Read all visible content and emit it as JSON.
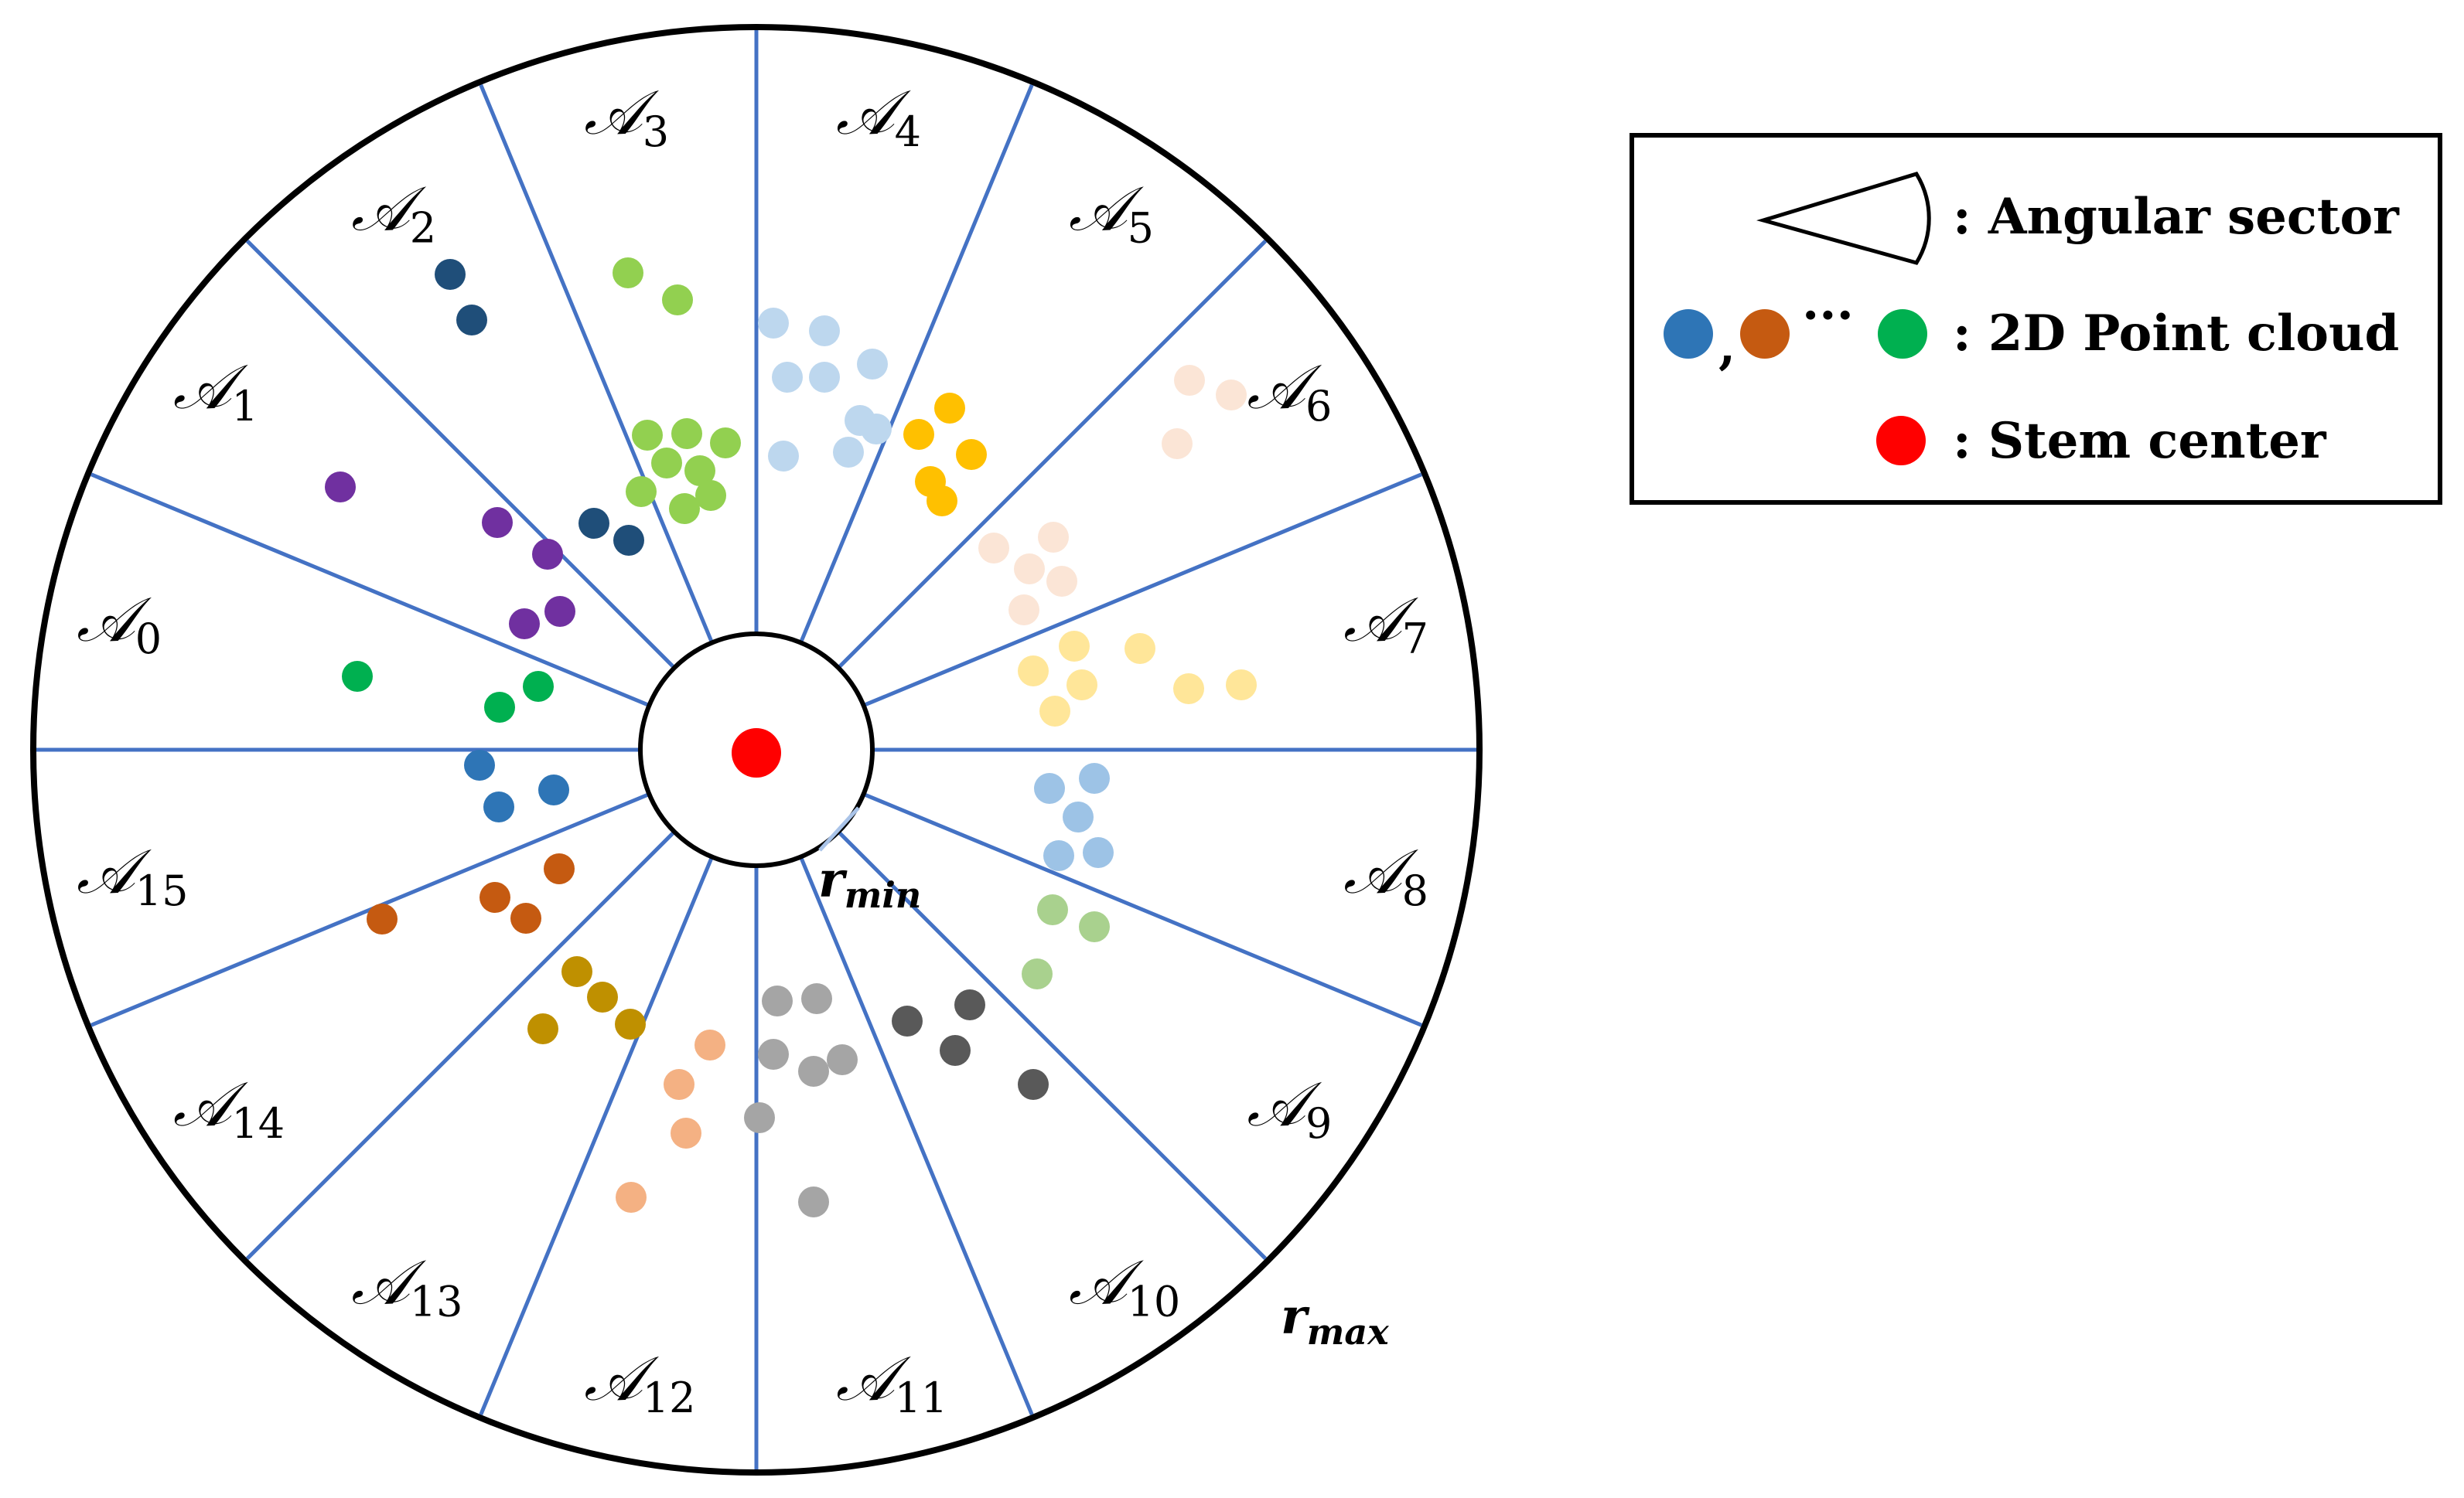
{
  "diagram": {
    "sectors": [
      {
        "letter": "𝒜",
        "sub": "0"
      },
      {
        "letter": "𝒜",
        "sub": "1"
      },
      {
        "letter": "𝒜",
        "sub": "2"
      },
      {
        "letter": "𝒜",
        "sub": "3"
      },
      {
        "letter": "𝒜",
        "sub": "4"
      },
      {
        "letter": "𝒜",
        "sub": "5"
      },
      {
        "letter": "𝒜",
        "sub": "6"
      },
      {
        "letter": "𝒜",
        "sub": "7"
      },
      {
        "letter": "𝒜",
        "sub": "8"
      },
      {
        "letter": "𝒜",
        "sub": "9"
      },
      {
        "letter": "𝒜",
        "sub": "10"
      },
      {
        "letter": "𝒜",
        "sub": "11"
      },
      {
        "letter": "𝒜",
        "sub": "12"
      },
      {
        "letter": "𝒜",
        "sub": "13"
      },
      {
        "letter": "𝒜",
        "sub": "14"
      },
      {
        "letter": "𝒜",
        "sub": "15"
      }
    ],
    "r_min": {
      "base": "r",
      "sub": "min"
    },
    "r_max": {
      "base": "r",
      "sub": "max"
    },
    "colors": {
      "sector_line": "#4472c4",
      "outer_circle": "#000000",
      "stem_center": "#ff0000"
    }
  },
  "legend": {
    "items": [
      {
        "label": ": Angular sector",
        "icon": "sector-icon"
      },
      {
        "label": ": 2D Point cloud",
        "icon": "point-cloud-icon",
        "separator": ",",
        "ellipsis": "···"
      },
      {
        "label": ": Stem center",
        "icon": "stem-center-icon"
      }
    ],
    "colors": {
      "blue": "#2e75b6",
      "orange": "#c55a11",
      "green": "#00b050",
      "red": "#ff0000"
    }
  }
}
